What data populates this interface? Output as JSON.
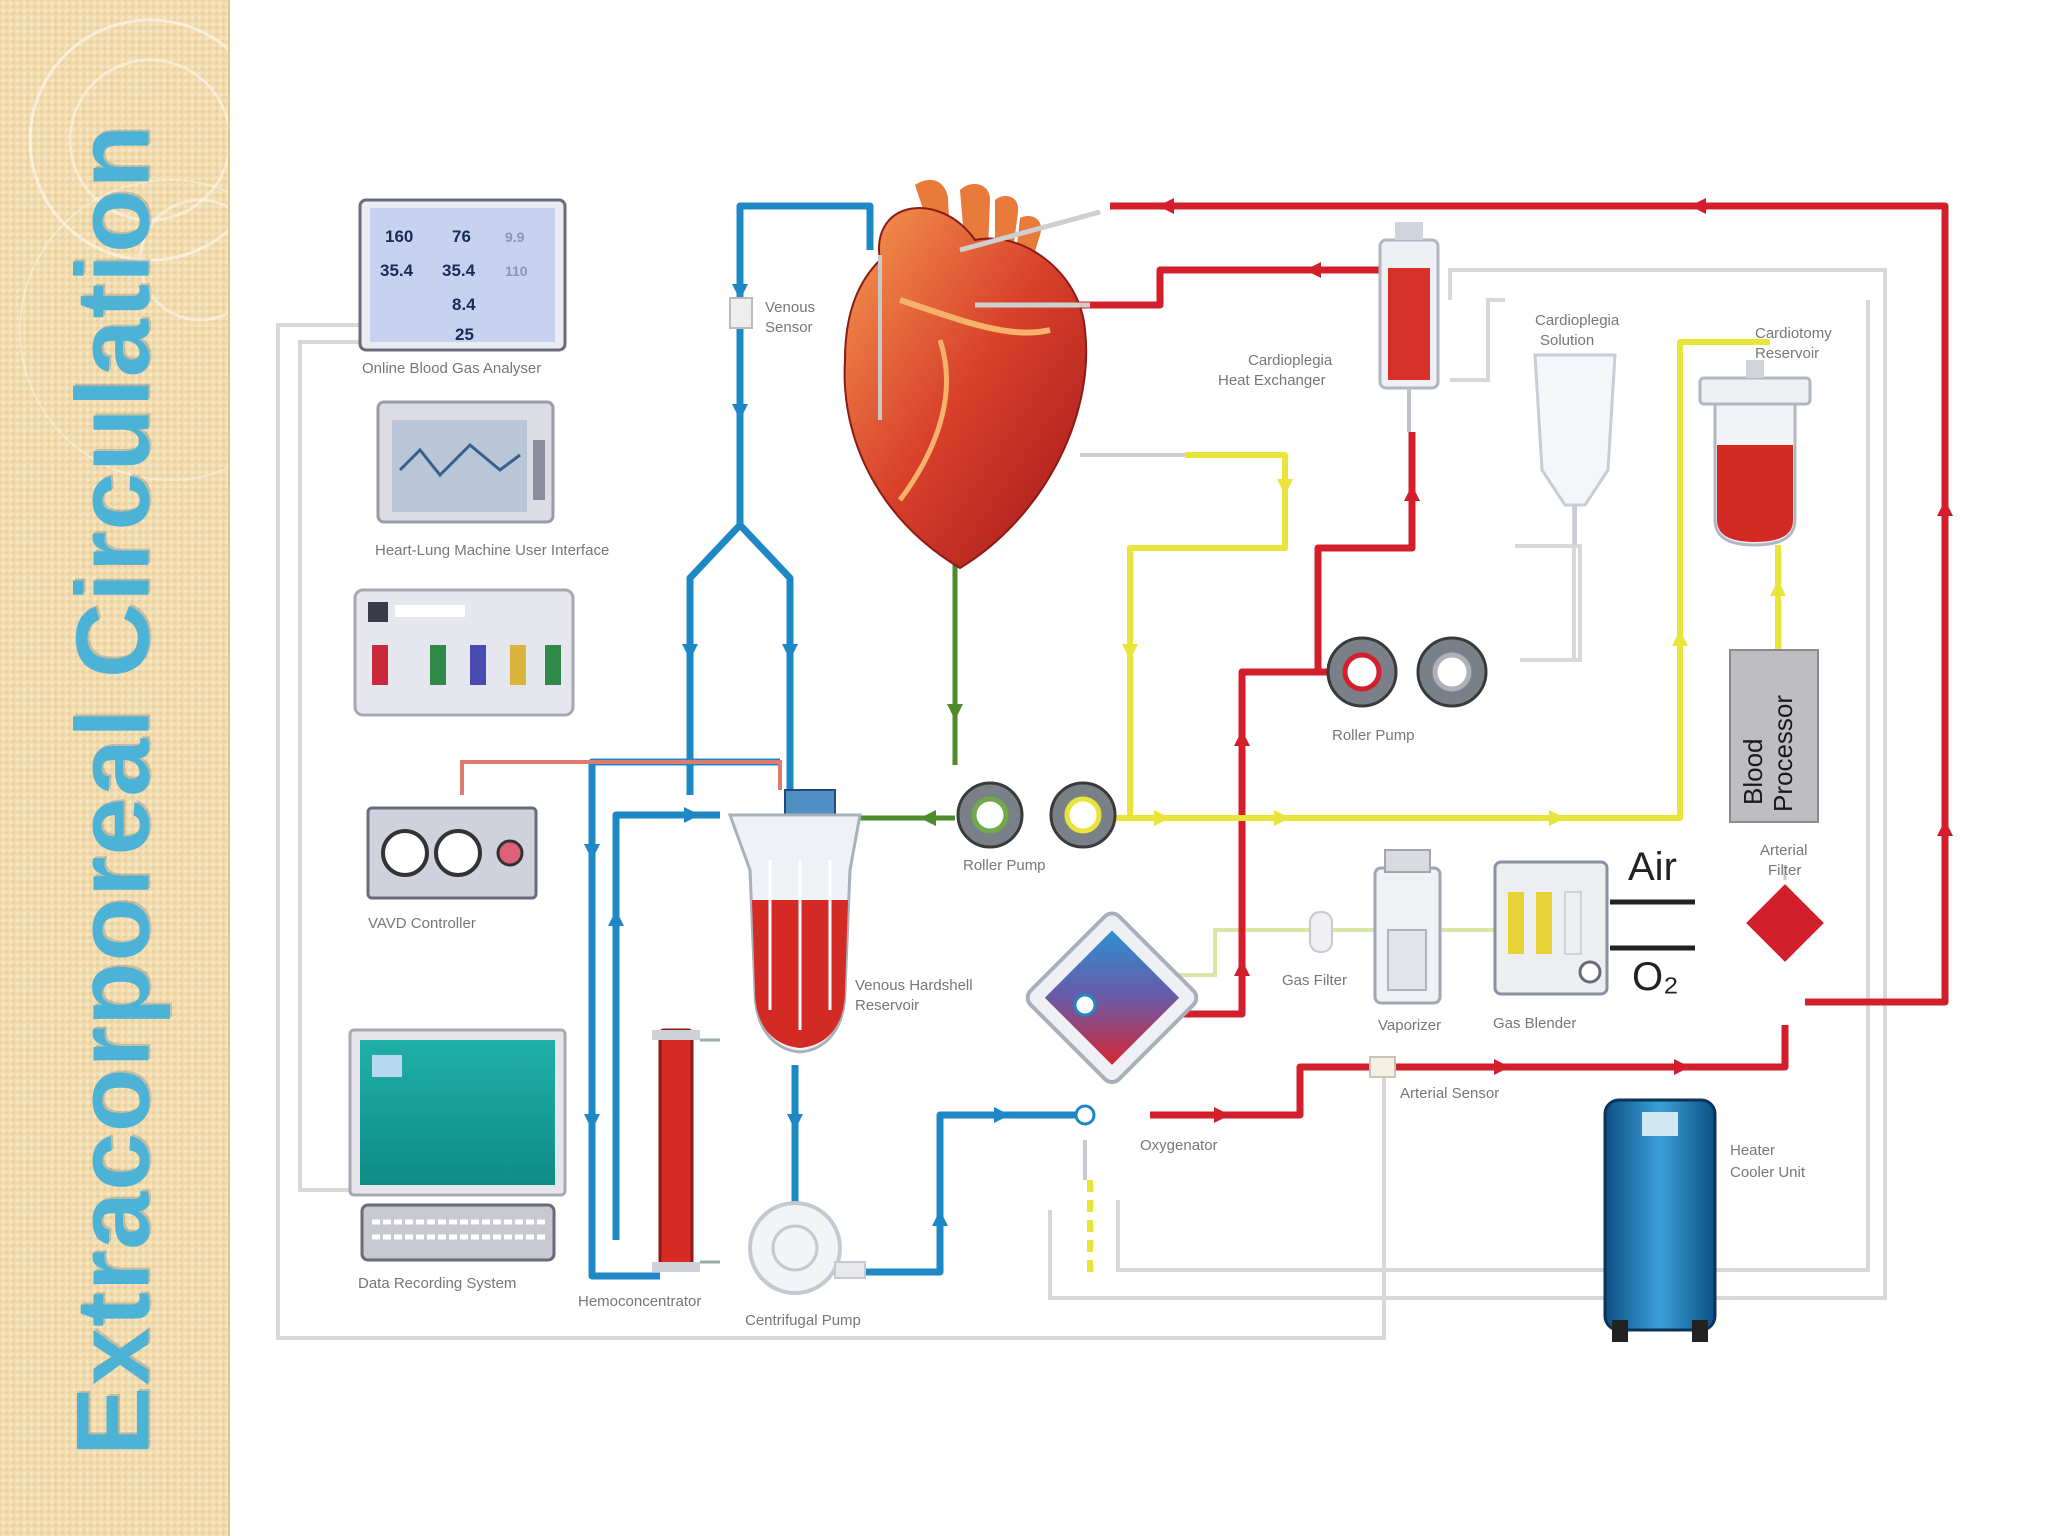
{
  "slide": {
    "title": "Extracorporeal Circulation"
  },
  "colors": {
    "title_text": "#4db3d6",
    "side_panel": "#f2dcae",
    "arterial_line": "#d21f2b",
    "venous_line": "#1e88c7",
    "cardioplegia_line": "#e8e43a",
    "vent_line": "#4f8a2c",
    "gas_line": "#d9e6a8",
    "signal_line": "#d8d8d8"
  },
  "labels": {
    "online_blood_gas_analyser": "Online Blood Gas Analyser",
    "heart_lung_machine_ui": "Heart-Lung Machine User Interface",
    "vavd_controller": "VAVD Controller",
    "data_recording_system": "Data Recording System",
    "hemoconcentrator": "Hemoconcentrator",
    "centrifugal_pump": "Centrifugal Pump",
    "venous_sensor_line1": "Venous",
    "venous_sensor_line2": "Sensor",
    "venous_hardshell_reservoir_line1": "Venous Hardshell",
    "venous_hardshell_reservoir_line2": "Reservoir",
    "roller_pump_center": "Roller Pump",
    "roller_pump_right": "Roller Pump",
    "oxygenator": "Oxygenator",
    "arterial_sensor": "Arterial Sensor",
    "cardioplegia_heat_exchanger_line1": "Cardioplegia",
    "cardioplegia_heat_exchanger_line2": "Heat Exchanger",
    "cardioplegia_solution_line1": "Cardioplegia",
    "cardioplegia_solution_line2": "Solution",
    "cardiotomy_reservoir_line1": "Cardiotomy",
    "cardiotomy_reservoir_line2": "Reservoir",
    "blood_processor_line1": "Blood",
    "blood_processor_line2": "Processor",
    "arterial_filter_line1": "Arterial",
    "arterial_filter_line2": "Filter",
    "gas_filter": "Gas Filter",
    "vaporizer": "Vaporizer",
    "gas_blender": "Gas Blender",
    "air": "Air",
    "o2": "O₂",
    "heater_cooler_line1": "Heater",
    "heater_cooler_line2": "Cooler Unit"
  },
  "monitor_readings": {
    "r1c1": "160",
    "r1c2": "76",
    "r1c3": "9.9",
    "r2c1": "35.4",
    "r2c2": "35.4",
    "r2c3": "110",
    "r3c2": "8.4",
    "r4c2": "25"
  }
}
